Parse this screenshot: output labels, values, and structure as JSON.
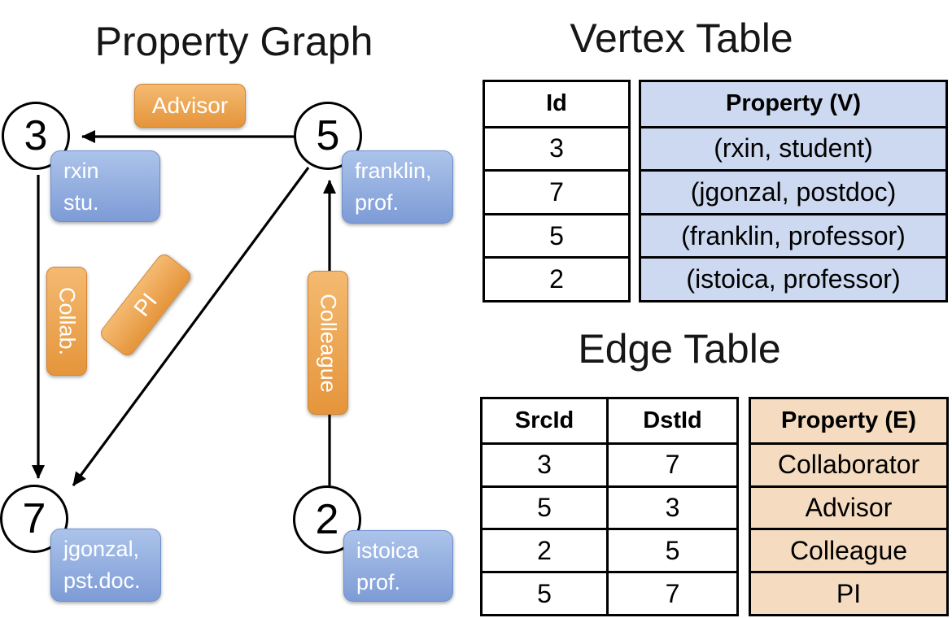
{
  "graph": {
    "title": "Property Graph",
    "node3": {
      "id": "3",
      "prop_line1": "rxin",
      "prop_line2": "stu."
    },
    "node5": {
      "id": "5",
      "prop_line1": "franklin,",
      "prop_line2": "prof."
    },
    "node7": {
      "id": "7",
      "prop_line1": "jgonzal,",
      "prop_line2": "pst.doc."
    },
    "node2": {
      "id": "2",
      "prop_line1": "istoica",
      "prop_line2": "prof."
    },
    "edge_labels": {
      "advisor": "Advisor",
      "collab": "Collab.",
      "pi": "PI",
      "colleague": "Colleague"
    }
  },
  "vertex_table": {
    "title": "Vertex Table",
    "headers": {
      "id": "Id",
      "property": "Property (V)"
    },
    "rows": [
      {
        "id": "3",
        "property": "(rxin, student)"
      },
      {
        "id": "7",
        "property": "(jgonzal, postdoc)"
      },
      {
        "id": "5",
        "property": "(franklin, professor)"
      },
      {
        "id": "2",
        "property": "(istoica, professor)"
      }
    ]
  },
  "edge_table": {
    "title": "Edge Table",
    "headers": {
      "src": "SrcId",
      "dst": "DstId",
      "property": "Property (E)"
    },
    "rows": [
      {
        "src": "3",
        "dst": "7",
        "property": "Collaborator"
      },
      {
        "src": "5",
        "dst": "3",
        "property": "Advisor"
      },
      {
        "src": "2",
        "dst": "5",
        "property": "Colleague"
      },
      {
        "src": "5",
        "dst": "7",
        "property": "PI"
      }
    ]
  },
  "colors": {
    "edge_label_fill_top": "#F4BA71",
    "edge_label_fill_bottom": "#E5953B",
    "edge_label_border": "#D08430",
    "vertex_label_fill_top": "#ACC4EA",
    "vertex_label_fill_bottom": "#7D9BD6",
    "vertex_label_border": "#6F90CC",
    "vertex_table_fill": "#CDD9F0",
    "edge_table_fill": "#F5DCC0",
    "line_color": "#000000"
  }
}
